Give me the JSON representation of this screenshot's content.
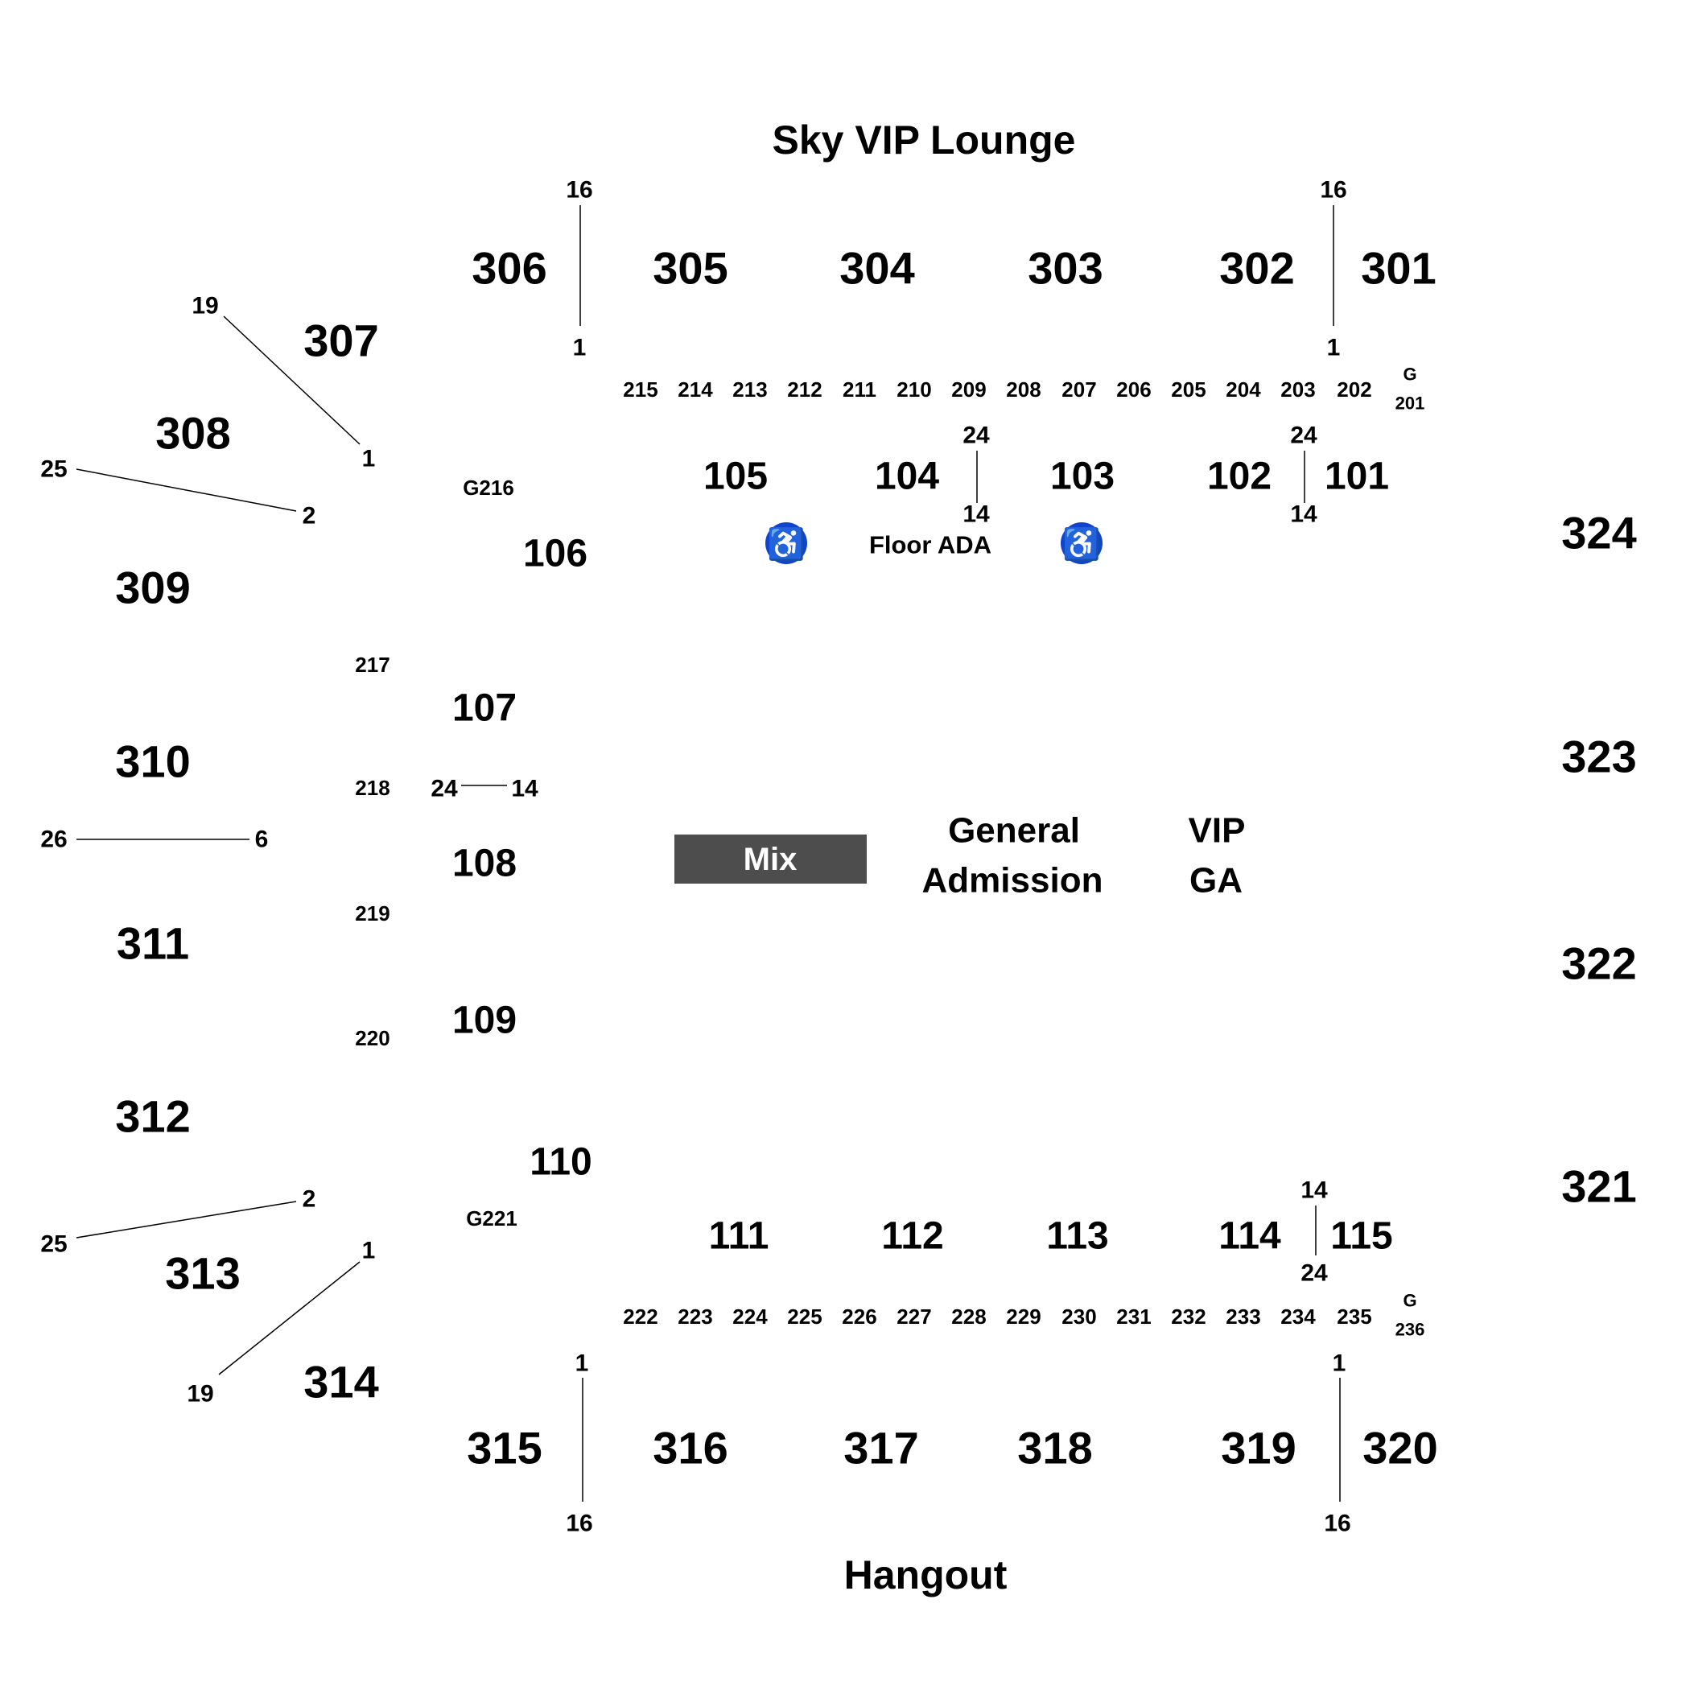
{
  "map": {
    "top_area": "Sky VIP Lounge",
    "bottom_area": "Hangout",
    "floor": {
      "mix": "Mix",
      "ga_line1": "General",
      "ga_line2": "Admission",
      "vip_line1": "VIP",
      "vip_line2": "GA",
      "ada": "Floor ADA"
    },
    "accent_colors": {
      "ada": "#1144cc",
      "mix": "#4d4d4d"
    },
    "icons": [
      "wheelchair-icon",
      "wheelchair-icon"
    ],
    "sections_300": [
      "301",
      "302",
      "303",
      "304",
      "305",
      "306",
      "307",
      "308",
      "309",
      "310",
      "311",
      "312",
      "313",
      "314",
      "315",
      "316",
      "317",
      "318",
      "319",
      "320",
      "321",
      "322",
      "323",
      "324"
    ],
    "sections_100": [
      "101",
      "102",
      "103",
      "104",
      "105",
      "106",
      "107",
      "108",
      "109",
      "110",
      "111",
      "112",
      "113",
      "114",
      "115"
    ],
    "sections_200": [
      "202",
      "203",
      "204",
      "205",
      "206",
      "207",
      "208",
      "209",
      "210",
      "211",
      "212",
      "213",
      "214",
      "215",
      "217",
      "218",
      "219",
      "220",
      "222",
      "223",
      "224",
      "225",
      "226",
      "227",
      "228",
      "229",
      "230",
      "231",
      "232",
      "233",
      "234",
      "235"
    ],
    "gates": {
      "g201": [
        "G",
        "201"
      ],
      "g216": "G216",
      "g221": "G221",
      "g236": [
        "G",
        "236"
      ]
    },
    "row_markers": {
      "s306_305": [
        "16",
        "1"
      ],
      "s302_301": [
        "16",
        "1"
      ],
      "s307": [
        "19",
        "1"
      ],
      "s308": [
        "25",
        "2"
      ],
      "s310_311": [
        "26",
        "6"
      ],
      "s104_103": [
        "24",
        "14"
      ],
      "s102_101": [
        "24",
        "14"
      ],
      "s107_108": [
        "24",
        "14"
      ],
      "s313": [
        "25",
        "2"
      ],
      "s314": [
        "1",
        "19"
      ],
      "s114_115": [
        "14",
        "24"
      ],
      "s315_316": [
        "1",
        "16"
      ],
      "s319_320": [
        "1",
        "16"
      ]
    }
  }
}
